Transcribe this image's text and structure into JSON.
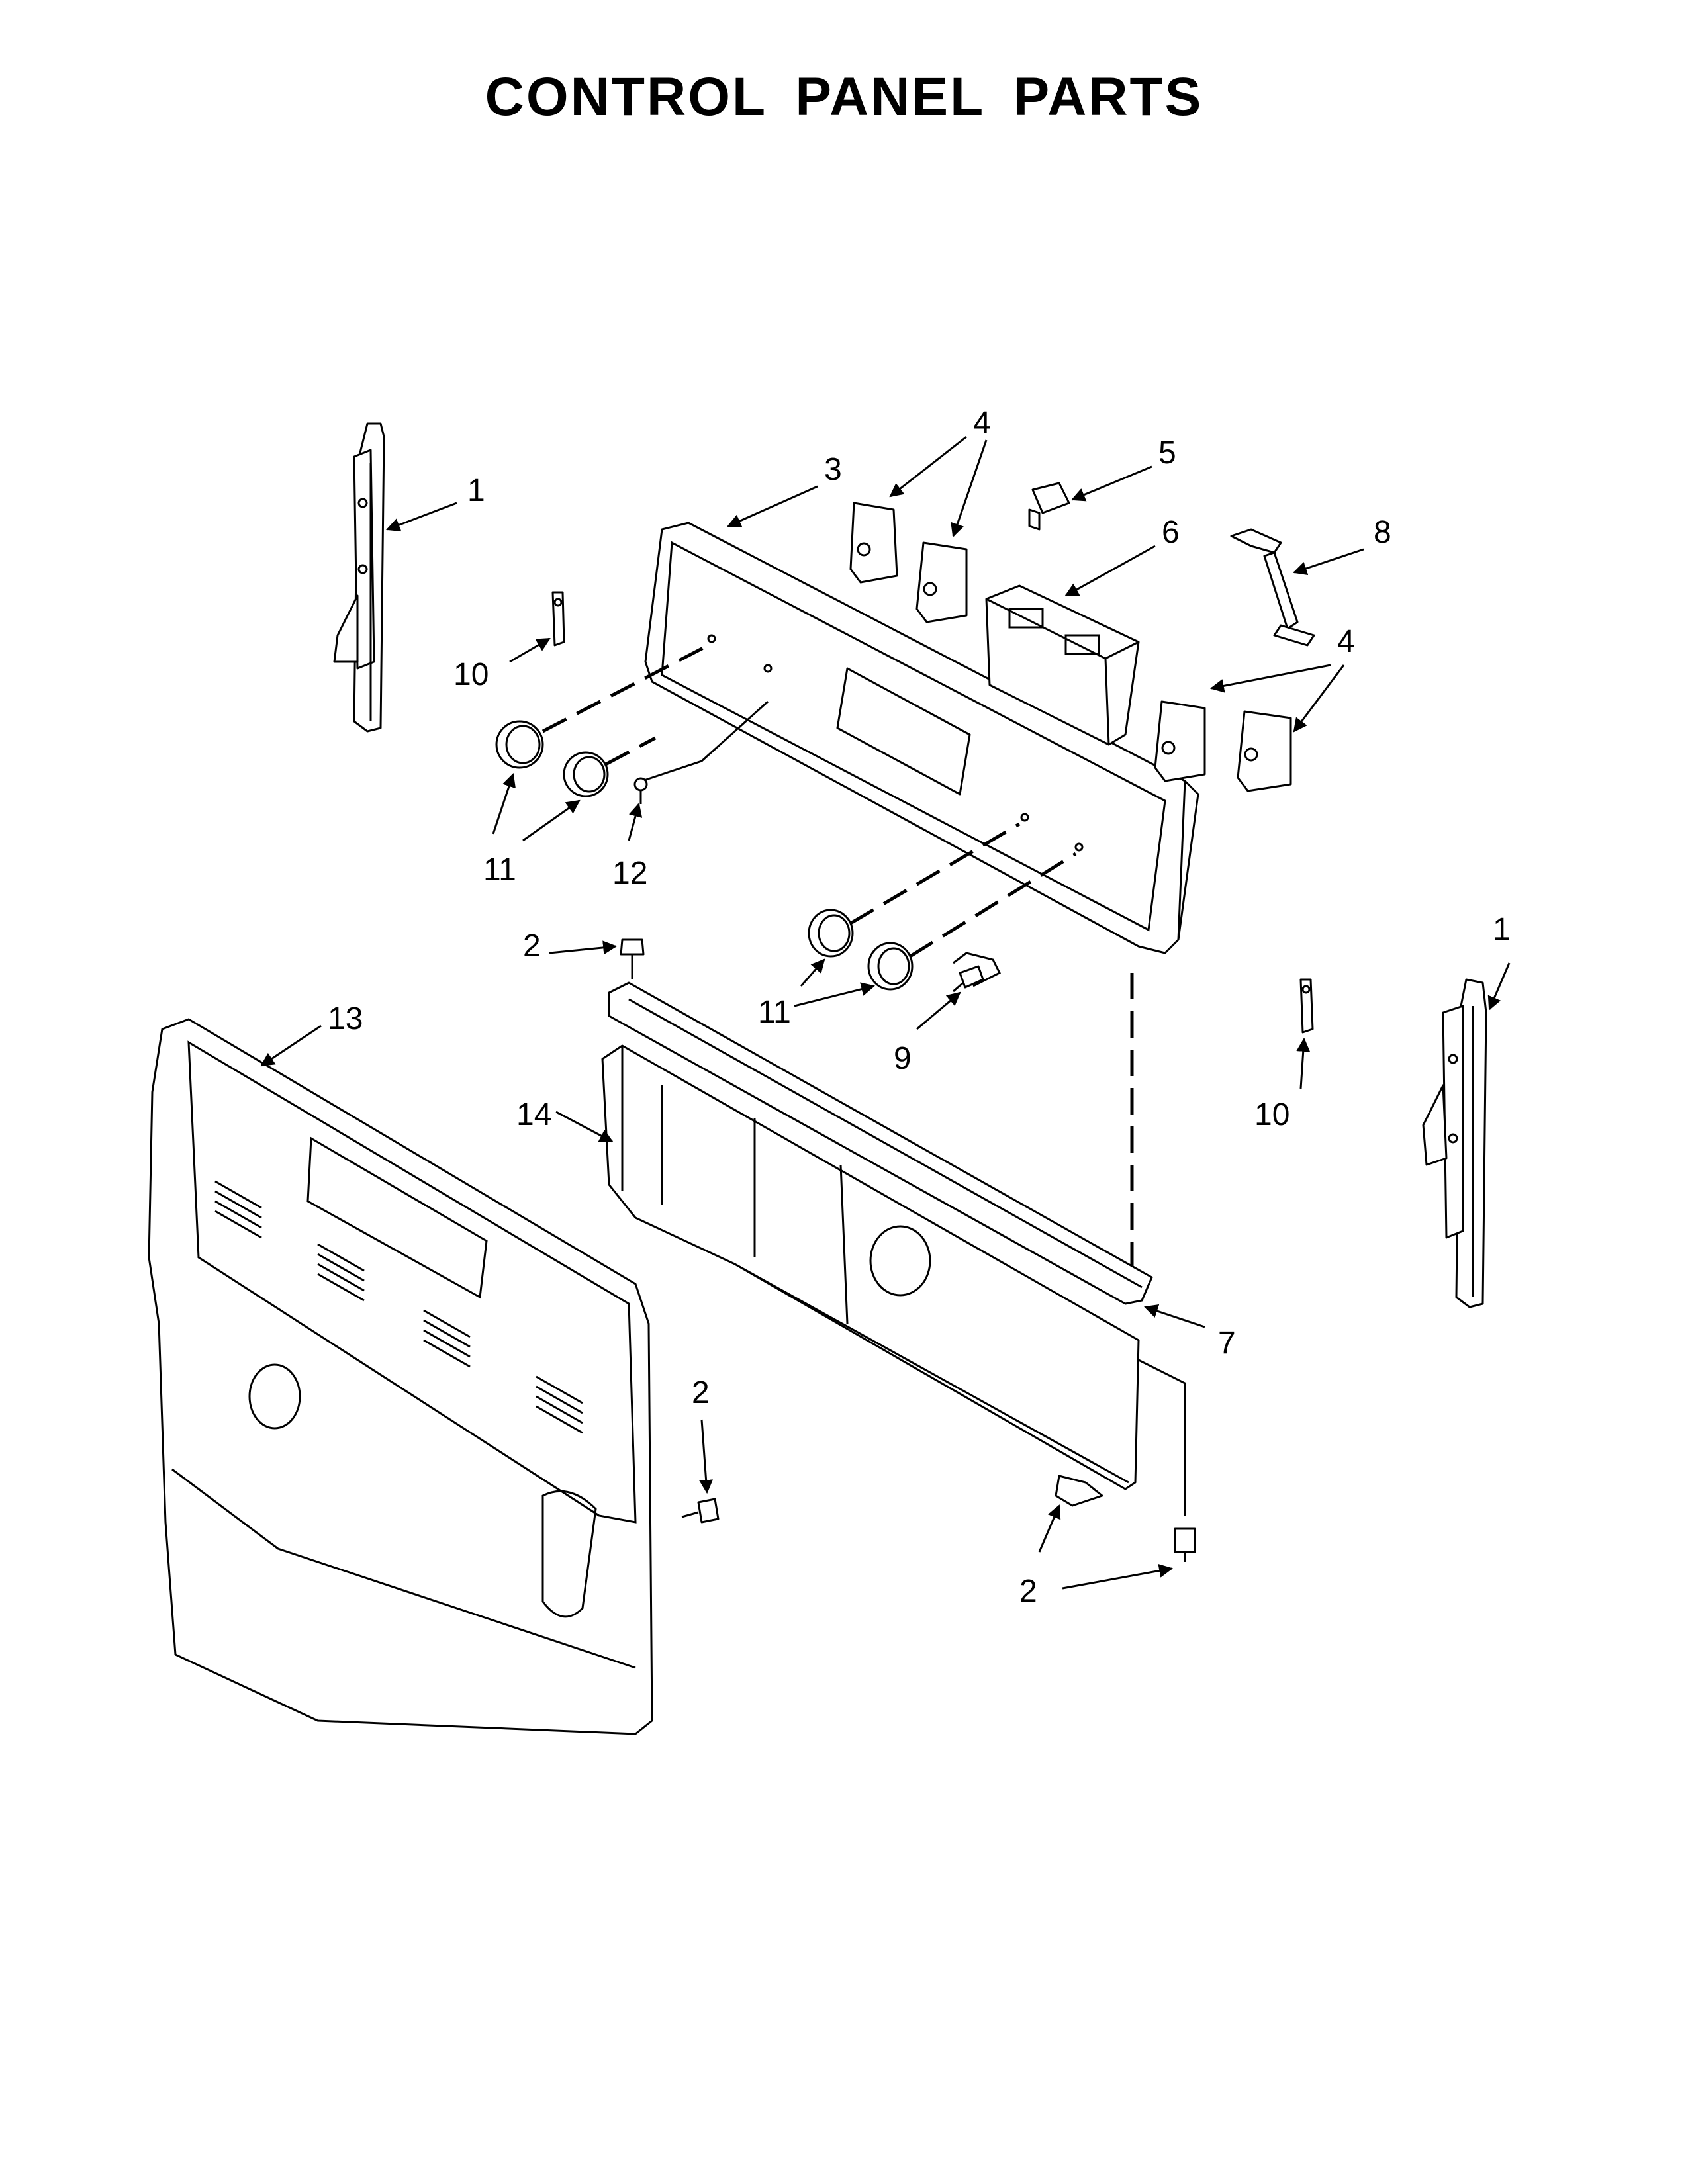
{
  "title": "CONTROL PANEL PARTS",
  "callouts": {
    "c1_left": "1",
    "c1_right": "1",
    "c2_a": "2",
    "c2_b": "2",
    "c2_c": "2",
    "c3": "3",
    "c4_top": "4",
    "c4_right": "4",
    "c5": "5",
    "c6": "6",
    "c7": "7",
    "c8": "8",
    "c9": "9",
    "c10_left": "10",
    "c10_right": "10",
    "c11_left": "11",
    "c11_mid": "11",
    "c12": "12",
    "c13": "13",
    "c14": "14"
  }
}
